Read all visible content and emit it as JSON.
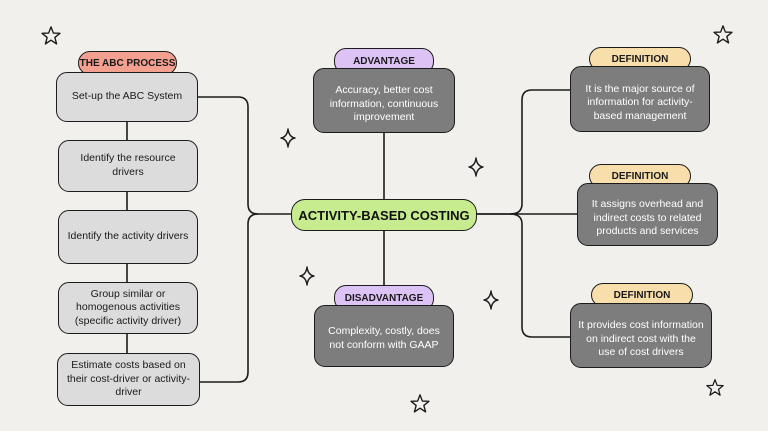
{
  "central": "ACTIVITY-BASED COSTING",
  "process": {
    "title": "THE ABC PROCESS",
    "steps": [
      "Set-up the ABC System",
      "Identify the resource drivers",
      "Identify the activity drivers",
      "Group similar or homogenous activities (specific activity driver)",
      "Estimate costs based on their cost-driver or activity-driver"
    ]
  },
  "advantage": {
    "title": "ADVANTAGE",
    "text": "Accuracy, better cost information, continuous improvement"
  },
  "disadvantage": {
    "title": "DISADVANTAGE",
    "text": "Complexity, costly, does not conform with GAAP"
  },
  "definitions": [
    {
      "title": "DEFINITION",
      "text": "It is the major source of information for activity-based management"
    },
    {
      "title": "DEFINITION",
      "text": "It assigns overhead and indirect costs to related products and services"
    },
    {
      "title": "DEFINITION",
      "text": "It provides cost information on indirect cost with the use of cost drivers"
    }
  ],
  "colors": {
    "process_pill": "#f4a091",
    "advantage_pill": "#ddc3f5",
    "definition_pill": "#f8deaa",
    "central": "#c6ec8f",
    "step_box": "#dcdcdc",
    "dark_box": "#7d7d7d",
    "background": "#f1f0ec"
  }
}
